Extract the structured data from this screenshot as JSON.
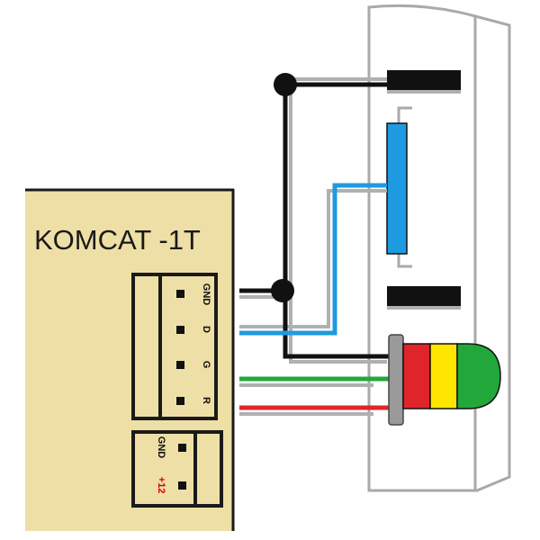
{
  "controller": {
    "title": "KOMCAT -1T",
    "body_color": "#eedfa6",
    "border_color": "#1a1a1a",
    "connector_main": {
      "pins": [
        {
          "label": "GND",
          "color": "#111111"
        },
        {
          "label": "D",
          "color": "#111111"
        },
        {
          "label": "G",
          "color": "#111111"
        },
        {
          "label": "R",
          "color": "#111111"
        }
      ]
    },
    "connector_power": {
      "pins": [
        {
          "label": "GND",
          "color": "#111111"
        },
        {
          "label": "+12",
          "color": "#d40000"
        }
      ]
    }
  },
  "wires": {
    "gnd_color": "#111111",
    "data_color": "#1e9be0",
    "green_color": "#22a83a",
    "red_color": "#e0252a",
    "shadow_color": "#b0b0b0"
  },
  "reader": {
    "frame_color": "#a9a9a9",
    "fill_color": "#ffffff",
    "upper_bar_color": "#111111",
    "lower_bar_color": "#111111",
    "data_bar_color": "#1e9be0"
  },
  "led": {
    "colors": [
      "#e0252a",
      "#ffe600",
      "#22a83a"
    ],
    "base_color": "#9a9a9a"
  }
}
